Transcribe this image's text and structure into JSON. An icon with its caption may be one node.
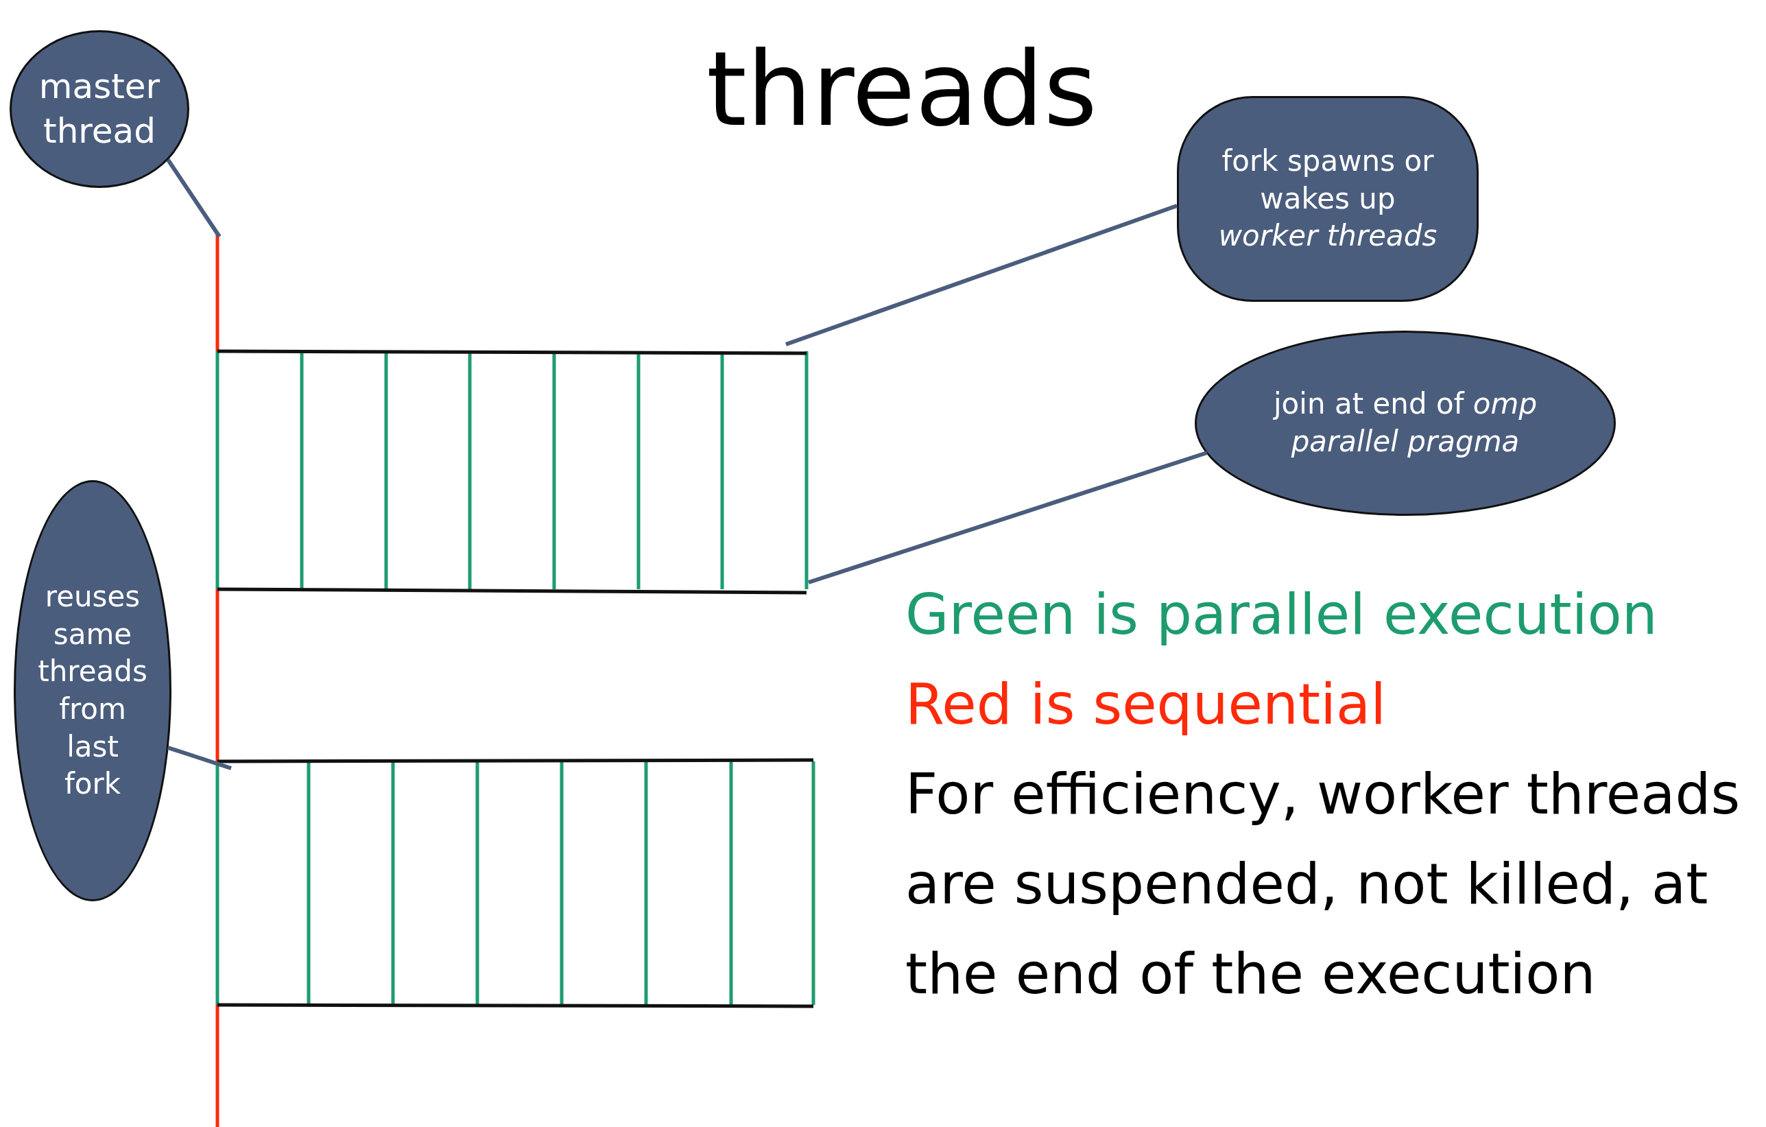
{
  "diagram": {
    "title": "threads",
    "nodes": [
      {
        "text": [
          "master thread"
        ]
      },
      {
        "text": [
          "fork spawns or wakes up *worker threads*"
        ]
      },
      {
        "text": [
          "join at end of *omp parallel pragma*"
        ]
      },
      {
        "text": [
          "reuses same threads from last fork"
        ]
      }
    ],
    "edges": [
      {
        "from": 0,
        "to": null,
        "arrow": "none"
      },
      {
        "from": 1,
        "to": null,
        "arrow": "none"
      },
      {
        "from": 2,
        "to": null,
        "arrow": "none"
      },
      {
        "from": 3,
        "to": null,
        "arrow": "none"
      }
    ],
    "labels": [
      "For efficiency, worker threads are suspended, not killed, at the end of the execution"
    ],
    "legend": [
      {
        "text": "Green is parallel execution",
        "color": "#1e9c6e"
      },
      {
        "text": "Red is sequential",
        "color": "#ff2a0a"
      }
    ]
  }
}
